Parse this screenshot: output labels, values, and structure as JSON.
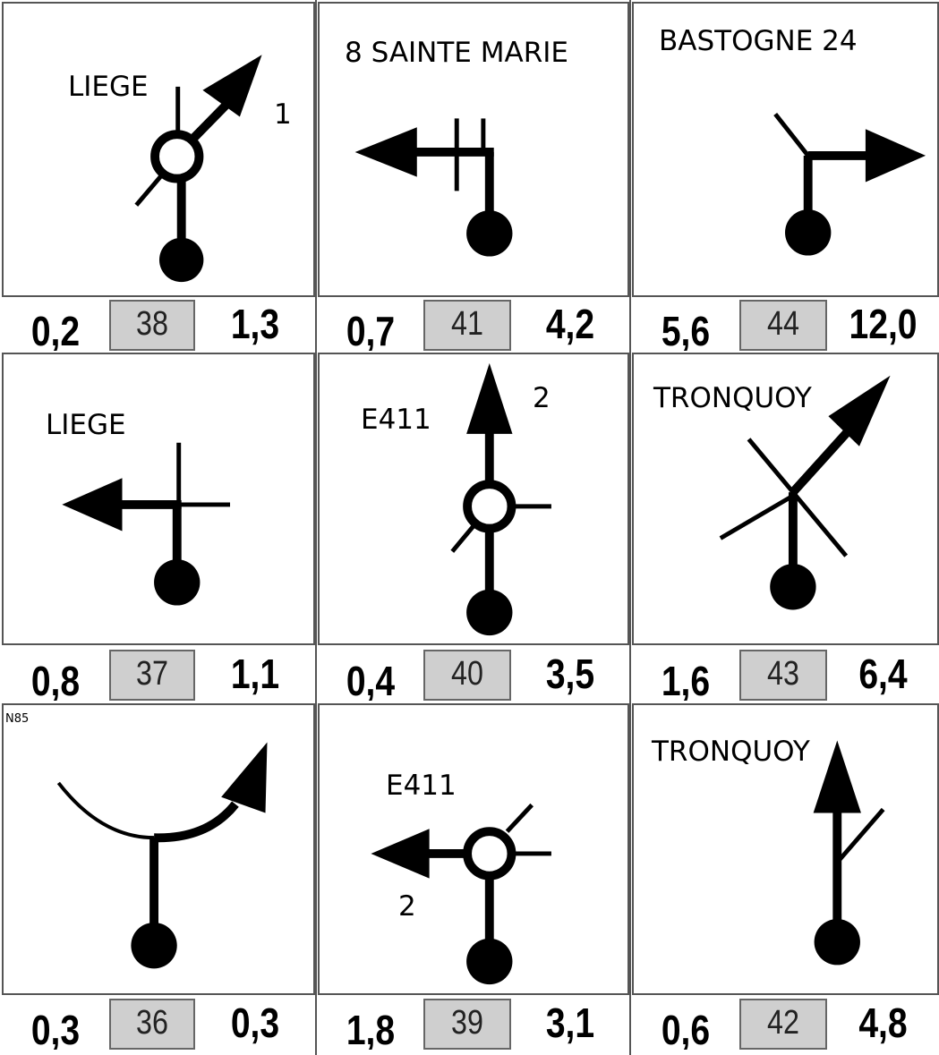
{
  "tiles": [
    {
      "number": "38",
      "partial": "0,2",
      "total": "1,3",
      "label": "LIEGE",
      "extra": "1"
    },
    {
      "number": "41",
      "partial": "0,7",
      "total": "4,2",
      "label": "8 SAINTE MARIE"
    },
    {
      "number": "44",
      "partial": "5,6",
      "total": "12,0",
      "label": "BASTOGNE 24"
    },
    {
      "number": "37",
      "partial": "0,8",
      "total": "1,1",
      "label": "LIEGE"
    },
    {
      "number": "40",
      "partial": "0,4",
      "total": "3,5",
      "label": "E411",
      "extra": "2"
    },
    {
      "number": "43",
      "partial": "1,6",
      "total": "6,4",
      "label": "TRONQUOY"
    },
    {
      "number": "36",
      "partial": "0,3",
      "total": "0,3",
      "label": "N85"
    },
    {
      "number": "39",
      "partial": "1,8",
      "total": "3,1",
      "label": "E411",
      "extra": "2"
    },
    {
      "number": "42",
      "partial": "0,6",
      "total": "4,8",
      "label": "TRONQUOY"
    }
  ],
  "colors": {
    "ink": "#000000",
    "number_box": "#cfcfcf",
    "border": "#555555"
  },
  "diagram_icons": [
    "roundabout-exit-right-icon",
    "left-turn-after-crossroad-icon",
    "right-turn-icon",
    "left-turn-at-crossroad-icon",
    "roundabout-straight-icon",
    "fork-right-icon",
    "curve-right-icon",
    "roundabout-exit-left-icon",
    "straight-fork-icon"
  ]
}
